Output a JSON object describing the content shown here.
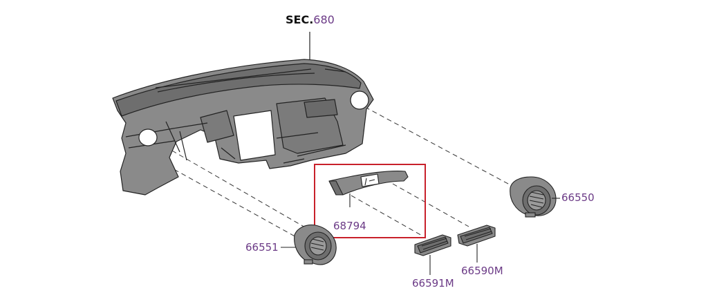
{
  "diagram": {
    "section": {
      "prefix": "SEC.",
      "number": "680"
    },
    "parts": [
      {
        "id": "dashboard-panel",
        "label": ""
      },
      {
        "id": "vent-right",
        "label": "66550"
      },
      {
        "id": "vent-left",
        "label": "66551"
      },
      {
        "id": "trim-strip",
        "label": "68794"
      },
      {
        "id": "center-vent-left",
        "label": "66591M"
      },
      {
        "id": "center-vent-right",
        "label": "66590M"
      }
    ],
    "highlight_color": "#c8202a",
    "label_color": "#6b3a86",
    "part_fill": "#8a8a8a"
  }
}
